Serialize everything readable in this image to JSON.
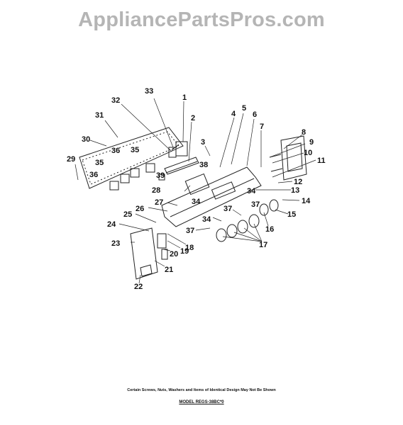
{
  "watermark": "AppliancePartsPros.com",
  "note": "Certain Screws, Nuts, Washers and Items of Identical Design May Not Be Shown",
  "model": "MODEL REGS-38BC*0",
  "labels": [
    {
      "text": "1"
    },
    {
      "text": "2"
    },
    {
      "text": "3"
    },
    {
      "text": "4"
    },
    {
      "text": "5"
    },
    {
      "text": "6"
    },
    {
      "text": "7"
    },
    {
      "text": "8"
    },
    {
      "text": "9"
    },
    {
      "text": "10"
    },
    {
      "text": "11"
    },
    {
      "text": "12"
    },
    {
      "text": "13"
    },
    {
      "text": "14"
    },
    {
      "text": "15"
    },
    {
      "text": "16"
    },
    {
      "text": "17"
    },
    {
      "text": "18"
    },
    {
      "text": "19"
    },
    {
      "text": "20"
    },
    {
      "text": "21"
    },
    {
      "text": "22"
    },
    {
      "text": "23"
    },
    {
      "text": "24"
    },
    {
      "text": "25"
    },
    {
      "text": "26"
    },
    {
      "text": "27"
    },
    {
      "text": "28"
    },
    {
      "text": "29"
    },
    {
      "text": "30"
    },
    {
      "text": "31"
    },
    {
      "text": "32"
    },
    {
      "text": "33"
    },
    {
      "text": "34"
    },
    {
      "text": "34"
    },
    {
      "text": "34"
    },
    {
      "text": "35"
    },
    {
      "text": "35"
    },
    {
      "text": "36"
    },
    {
      "text": "36"
    },
    {
      "text": "37"
    },
    {
      "text": "37"
    },
    {
      "text": "37"
    },
    {
      "text": "38"
    },
    {
      "text": "39"
    }
  ]
}
